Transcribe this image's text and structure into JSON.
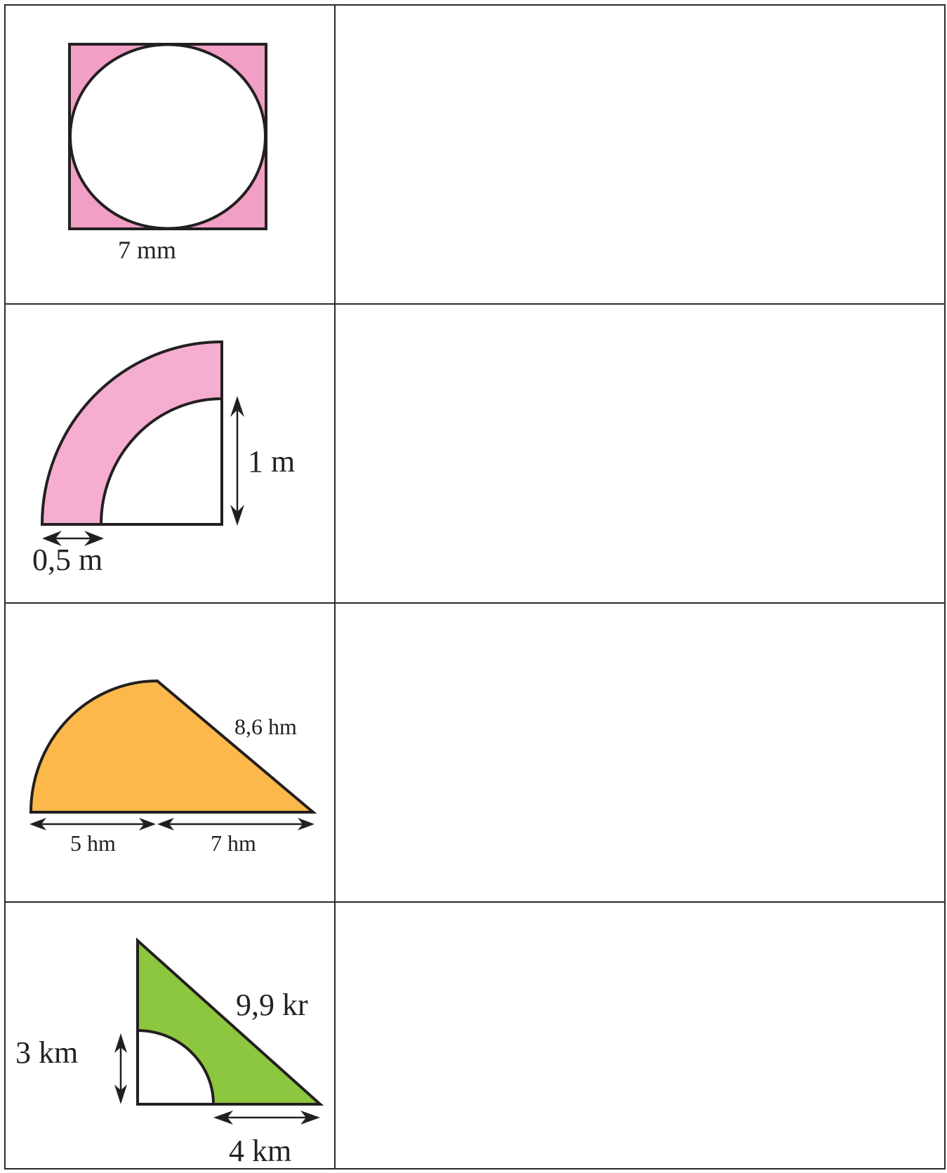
{
  "colors": {
    "pink_square": "#f29fc5",
    "pink_band": "#f5aed0",
    "orange": "#fcb84a",
    "green": "#8dc63f",
    "stroke": "#231f20"
  },
  "rows": [
    {
      "figure": "square-with-inscribed-circle",
      "label_side": "7 mm"
    },
    {
      "figure": "quarter-annulus",
      "label_radius": "1 m",
      "label_width": "0,5 m"
    },
    {
      "figure": "half-circle-plus-triangle",
      "label_hyp": "8,6 hm",
      "label_base_left": "5 hm",
      "label_base_right": "7 hm"
    },
    {
      "figure": "triangle-minus-quarter-circle",
      "label_hyp": "9,9 kr",
      "label_height": "3 km",
      "label_base": "4 km"
    }
  ]
}
